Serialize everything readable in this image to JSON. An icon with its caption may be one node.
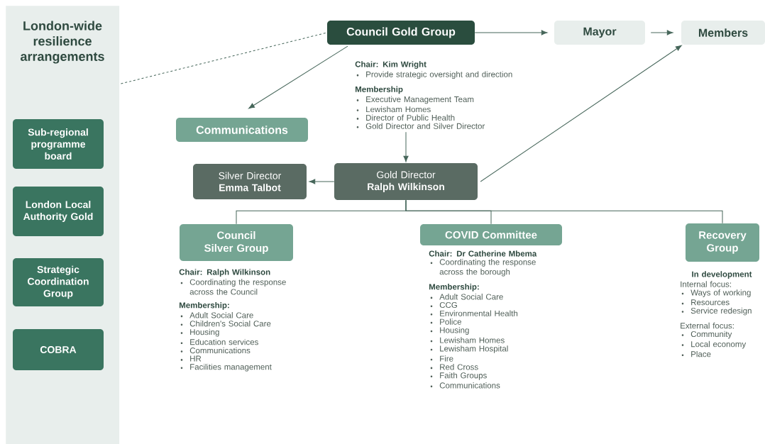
{
  "diagram": {
    "nodes": [
      {
        "text": [
          "London-wide resilience arrangements"
        ]
      },
      {
        "text": [
          "Sub-regional programme board"
        ],
        "in": 0
      },
      {
        "text": [
          "London Local Authority Gold"
        ],
        "in": 0
      },
      {
        "text": [
          "Strategic Coordination Group"
        ],
        "in": 0
      },
      {
        "text": [
          "COBRA"
        ],
        "in": 0
      },
      {
        "text": [
          "Council Gold Group"
        ]
      },
      {
        "text": [
          "Mayor"
        ]
      },
      {
        "text": [
          "Members"
        ]
      },
      {
        "text": [
          "Communications"
        ]
      },
      {
        "text": [
          "Chair: Kim Wright",
          "Provide strategic oversight and direction",
          "Membership",
          "Executive Management Team",
          "Lewisham Homes",
          "Director of Public Health",
          "Gold Director and Silver Director"
        ]
      },
      {
        "text": [
          "Silver Director",
          "Emma Talbot"
        ]
      },
      {
        "text": [
          "Gold Director",
          "Ralph Wilkinson"
        ]
      },
      {
        "text": [
          "Council Silver Group"
        ],
        "beside": [
          "Chair: Ralph Wilkinson",
          "Coordinating the response across the Council",
          "Membership:",
          "Adult Social Care",
          "Children's Social Care",
          "Housing",
          "Education services",
          "Communications",
          "HR",
          "Facilities management"
        ]
      },
      {
        "text": [
          "COVID Committee"
        ],
        "beside": [
          "Chair: Dr Catherine Mbema",
          "Coordinating the response across the borough",
          "Membership:",
          "Adult Social Care",
          "CCG",
          "Environmental Health",
          "Police",
          "Housing",
          "Lewisham Homes",
          "Lewisham Hospital",
          "Fire",
          "Red Cross",
          "Faith Groups",
          "Communications"
        ]
      },
      {
        "text": [
          "Recovery Group"
        ],
        "beside": [
          "In development",
          "Internal focus:",
          "Ways of working",
          "Resources",
          "Service redesign",
          "External focus:",
          "Community",
          "Local economy",
          "Place"
        ]
      }
    ],
    "edges": [
      {
        "from": 0,
        "to": 5,
        "arrow": "none",
        "style": "dashed"
      },
      {
        "from": 5,
        "to": 6,
        "arrow": "to"
      },
      {
        "from": 6,
        "to": 7,
        "arrow": "to"
      },
      {
        "from": 5,
        "to": 8,
        "arrow": "to"
      },
      {
        "from": 9,
        "to": 11,
        "arrow": "to"
      },
      {
        "from": 11,
        "to": 10,
        "arrow": "to"
      },
      {
        "from": 11,
        "to": 7,
        "arrow": "to"
      },
      {
        "from": 11,
        "to": 12,
        "arrow": "none"
      },
      {
        "from": 11,
        "to": 13,
        "arrow": "none"
      },
      {
        "from": 11,
        "to": 14,
        "arrow": "none"
      }
    ]
  }
}
